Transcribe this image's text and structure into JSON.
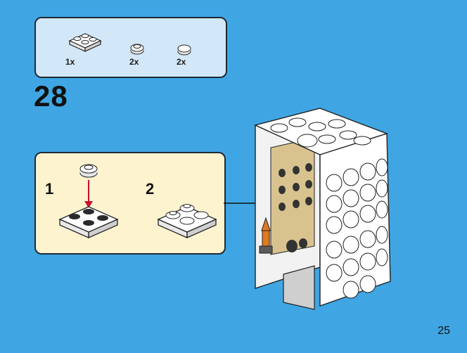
{
  "step": {
    "number": "28"
  },
  "parts_list": [
    {
      "name": "plate-2x2",
      "count": "1x"
    },
    {
      "name": "round-plate-1x1",
      "count": "2x"
    },
    {
      "name": "round-tile-1x1",
      "count": "2x"
    }
  ],
  "substeps": [
    {
      "label": "1"
    },
    {
      "label": "2"
    }
  ],
  "page": {
    "number": "25"
  },
  "colors": {
    "background": "#3fa6e3",
    "parts_box": "#d2e7f7",
    "substep_box": "#fdf3cf",
    "arrow_red": "#c8102e",
    "brick_white": "#ffffff",
    "brick_tan": "#d8c38f",
    "dark_gray": "#5b5b5b",
    "torch_orange": "#e07a1f"
  }
}
